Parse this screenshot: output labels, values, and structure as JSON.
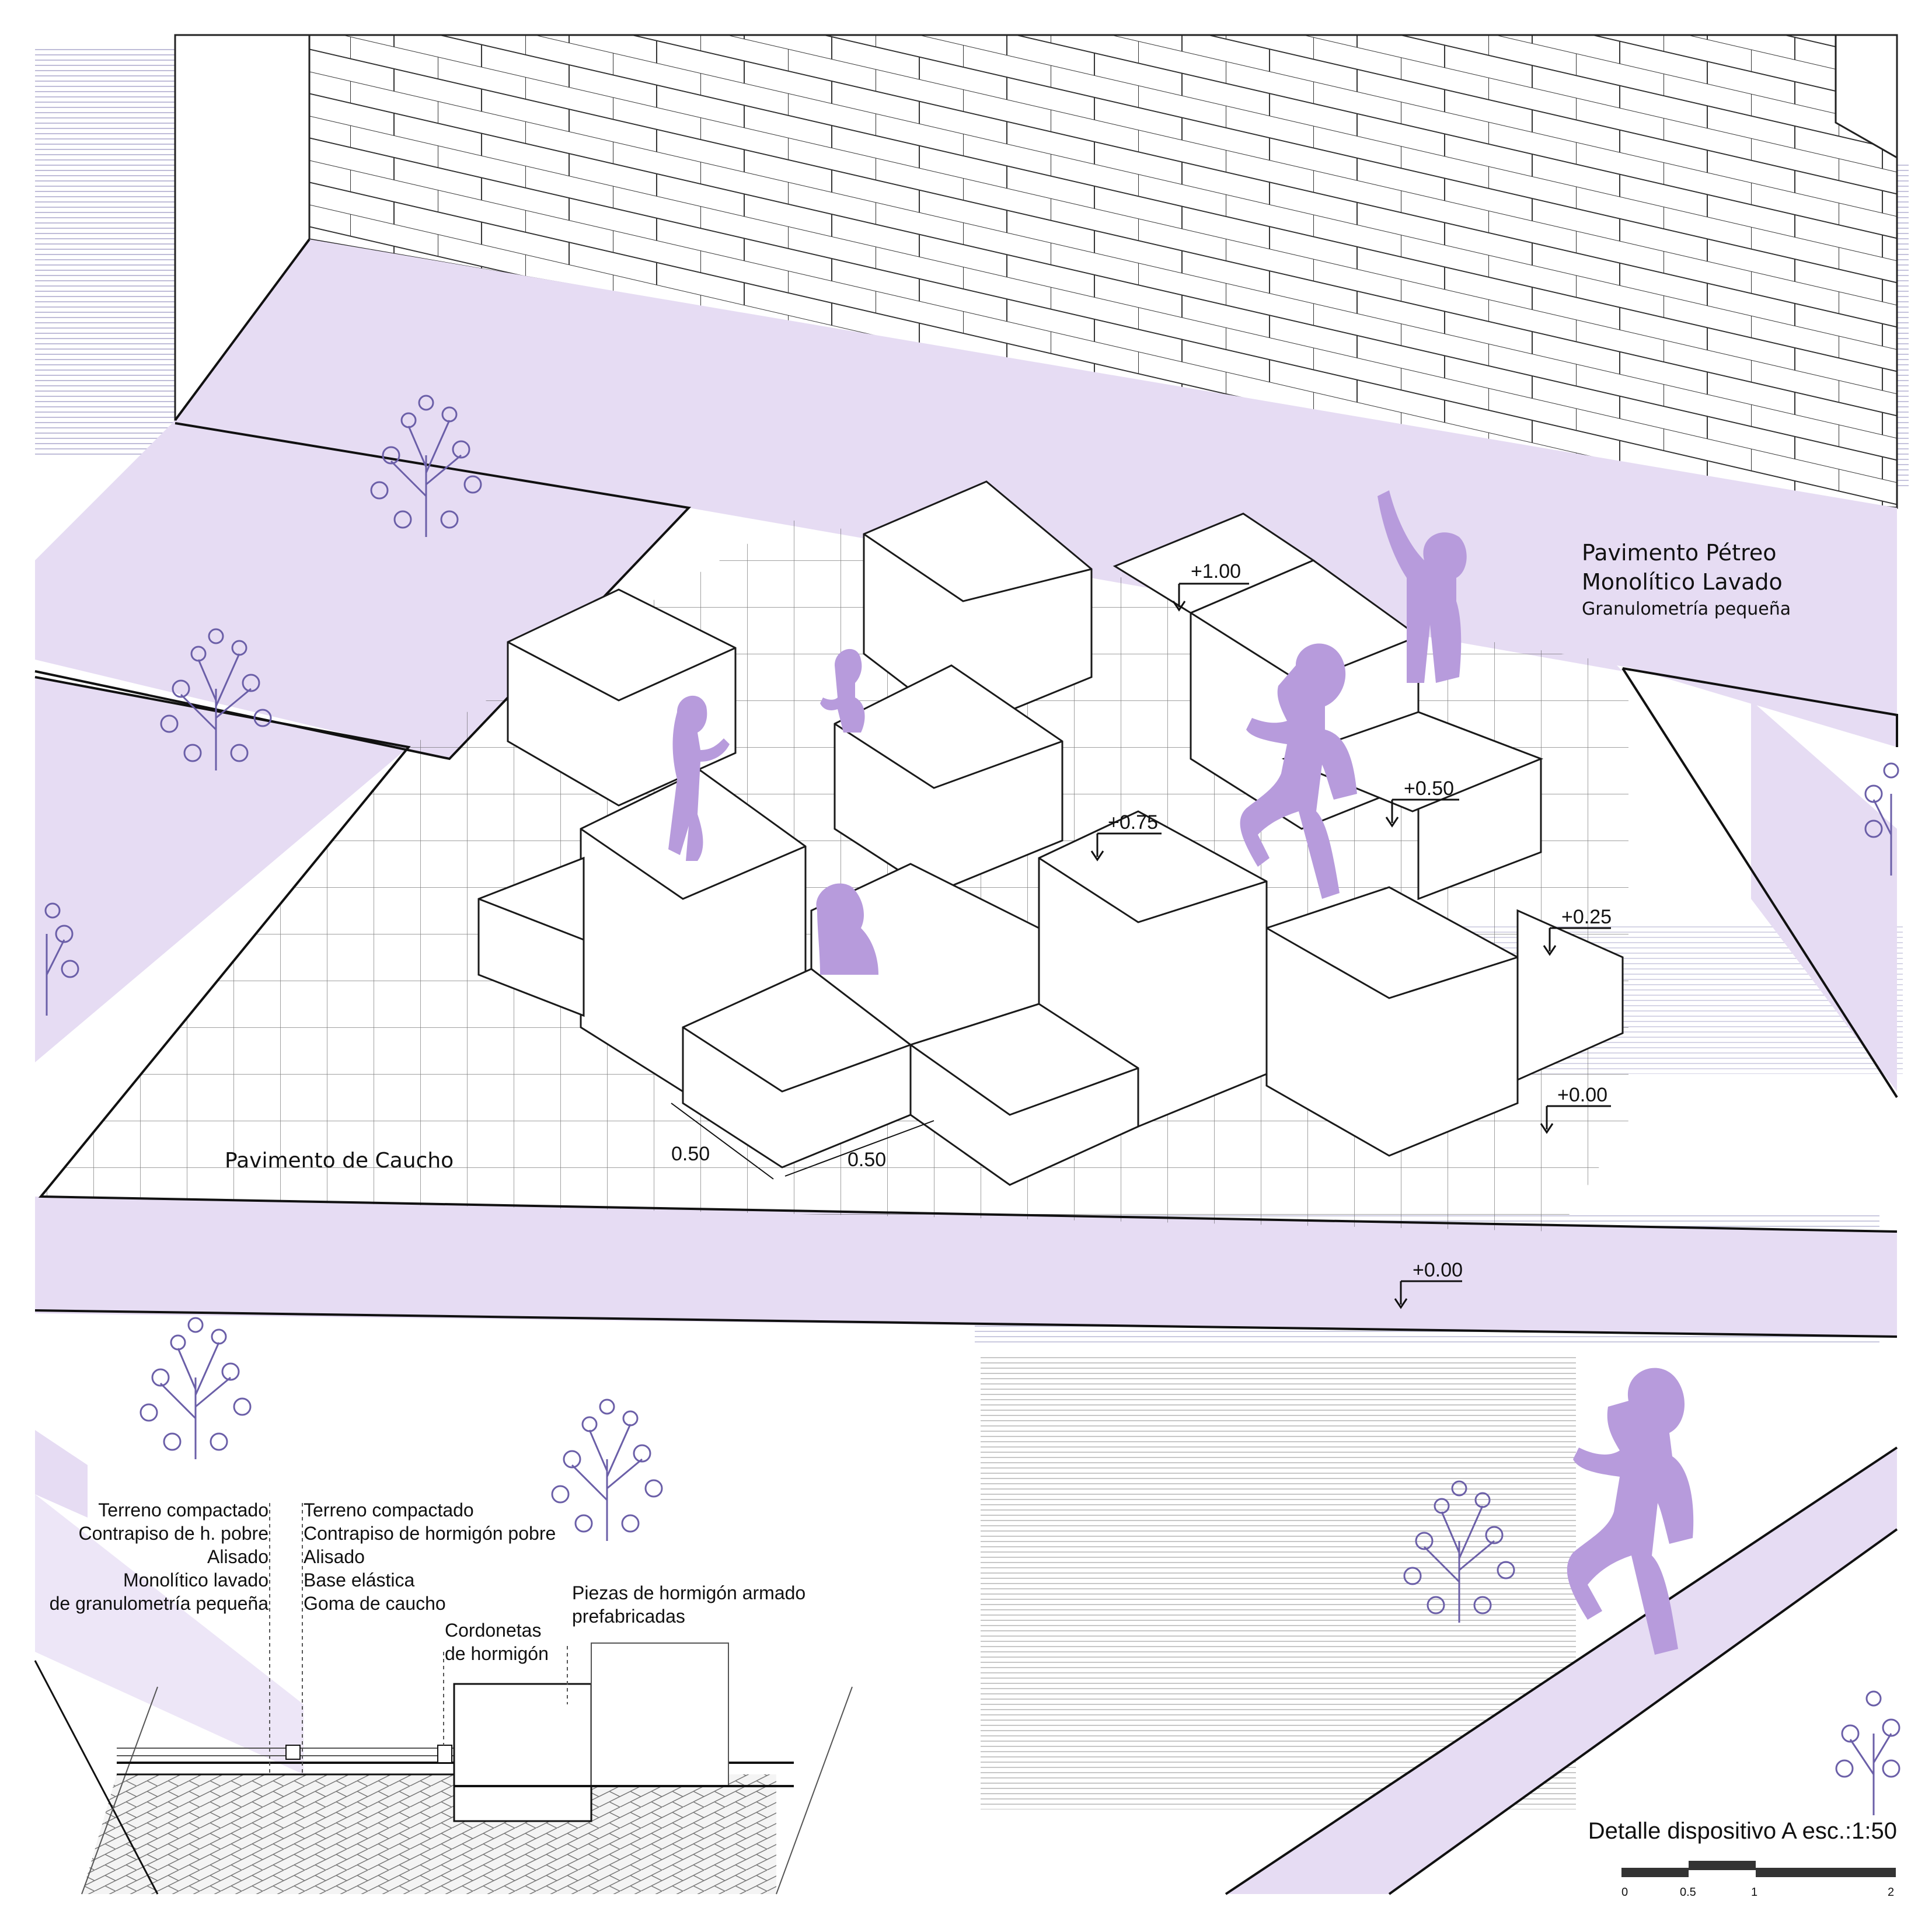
{
  "colors": {
    "lavender": "#e6dcf3",
    "lavender_dark": "#ccb6e6",
    "silhouette": "#b79bdc",
    "tree_ink": "#6b5fa8",
    "line": "#1a1a1a"
  },
  "materials": {
    "stone_pavement": {
      "line1": "Pavimento Pétreo",
      "line2": "Monolítico Lavado",
      "line3": "Granulometría pequeña"
    },
    "rubber_pavement": "Pavimento de Caucho"
  },
  "levels": {
    "l100": "+1.00",
    "l075": "+0.75",
    "l050": "+0.50",
    "l025": "+0.25",
    "l000_a": "+0.00",
    "l000_b": "+0.00"
  },
  "dimensions": {
    "d1": "0.50",
    "d2": "0.50"
  },
  "section_notes": {
    "left": [
      "Terreno compactado",
      "Contrapiso de h. pobre",
      "Alisado",
      "Monolítico lavado",
      "de granulometría pequeña"
    ],
    "middle": [
      "Terreno compactado",
      "Contrapiso de hormigón pobre",
      "Alisado",
      "Base elástica",
      "Goma de caucho"
    ],
    "curbs": [
      "Cordonetas",
      "de hormigón"
    ],
    "pieces": [
      "Piezas de hormigón armado",
      "prefabricadas"
    ]
  },
  "title": "Detalle dispositivo A esc.:1:50",
  "scale_bar": {
    "ticks": [
      "0",
      "0.5",
      "1",
      "2"
    ]
  }
}
